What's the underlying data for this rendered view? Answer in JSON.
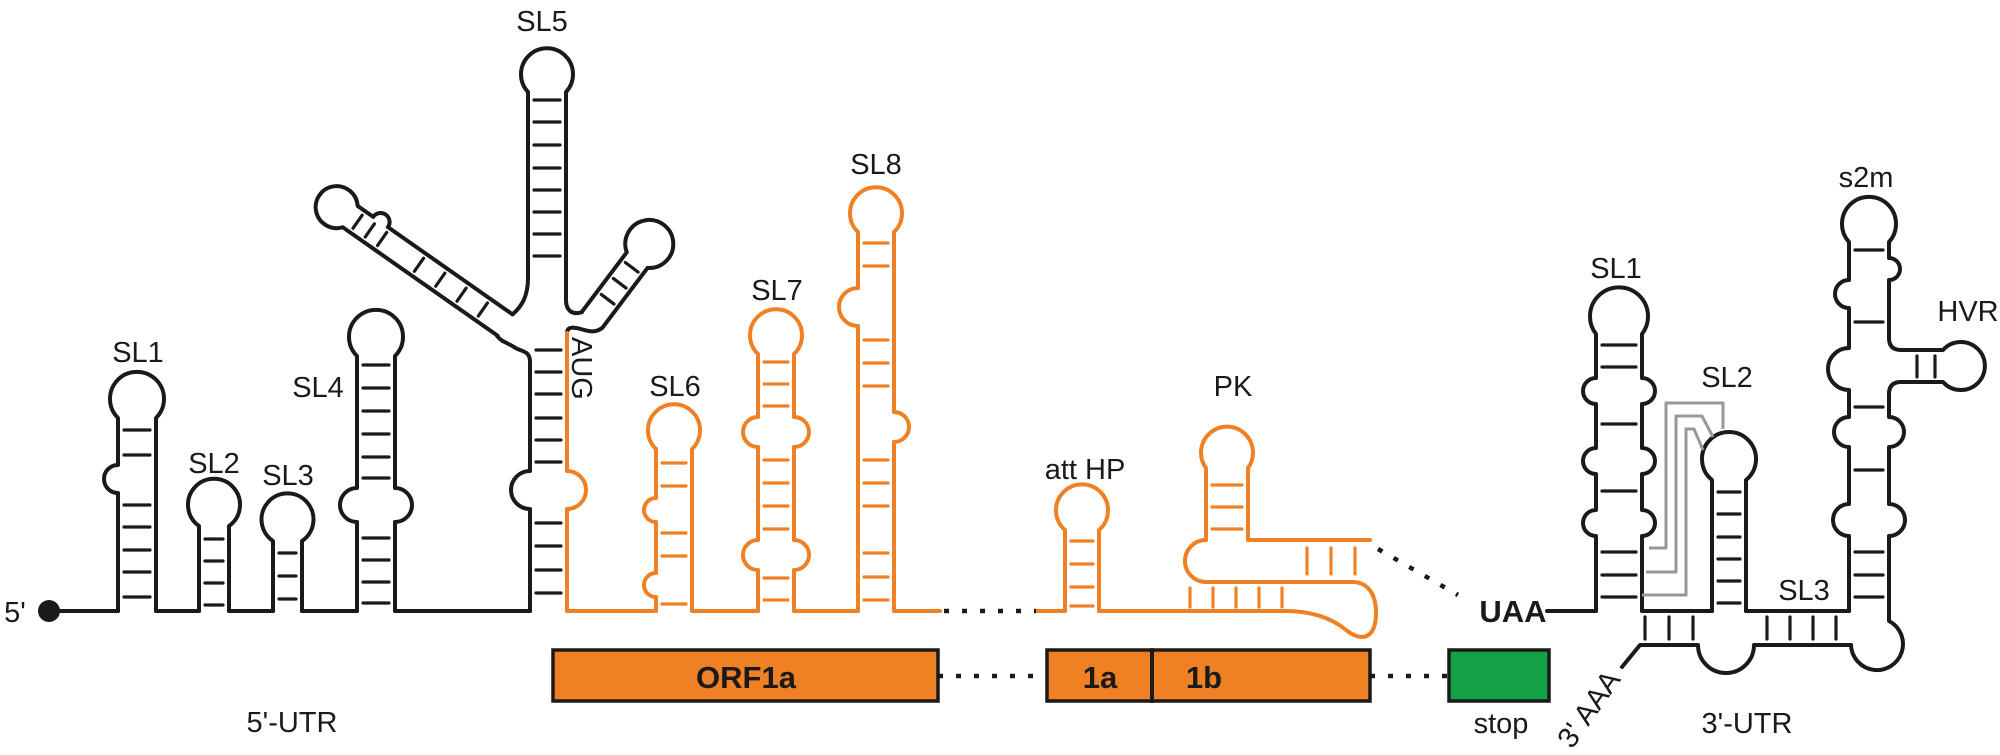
{
  "colors": {
    "strand_black": "#1a1a1a",
    "orange": "#f08024",
    "green": "#12a244",
    "gray_pseudoknot": "#989898",
    "background": "#ffffff"
  },
  "five_utr": {
    "five_prime_end_label": "5'",
    "region_label": "5'-UTR",
    "sl1": "SL1",
    "sl2": "SL2",
    "sl3": "SL3",
    "sl4": "SL4",
    "sl5": "SL5"
  },
  "orf1a_region": {
    "start_codon": "AUG",
    "sl6": "SL6",
    "sl7": "SL7",
    "sl8": "SL8",
    "orf1a_box": "ORF1a",
    "attenuator_hairpin": "att HP",
    "pseudoknot": "PK",
    "box_1a": "1a",
    "box_1b": "1b"
  },
  "stop_region": {
    "stop_codon": "UAA",
    "stop_box": "stop"
  },
  "three_utr": {
    "region_label": "3'-UTR",
    "poly_a_tail": "3' AAA",
    "sl1": "SL1",
    "sl2": "SL2",
    "sl3": "SL3",
    "s2m": "s2m",
    "hvr": "HVR"
  }
}
